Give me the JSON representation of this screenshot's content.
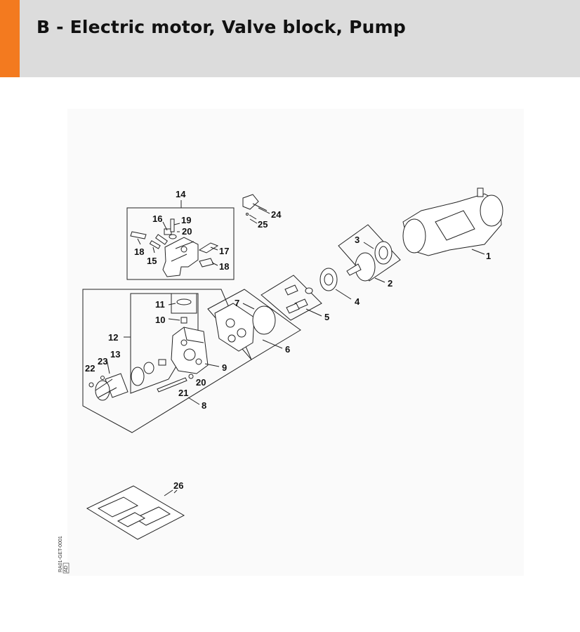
{
  "header": {
    "title": "B - Electric motor, Valve block, Pump",
    "accent_color": "#f37a1f",
    "background_color": "#dcdcdc"
  },
  "diagram": {
    "callouts": [
      {
        "id": "c1",
        "label": "1"
      },
      {
        "id": "c2",
        "label": "2"
      },
      {
        "id": "c3",
        "label": "3"
      },
      {
        "id": "c4",
        "label": "4"
      },
      {
        "id": "c5",
        "label": "5"
      },
      {
        "id": "c6",
        "label": "6"
      },
      {
        "id": "c7",
        "label": "7"
      },
      {
        "id": "c8",
        "label": "8"
      },
      {
        "id": "c9",
        "label": "9"
      },
      {
        "id": "c10",
        "label": "10"
      },
      {
        "id": "c11",
        "label": "11"
      },
      {
        "id": "c12",
        "label": "12"
      },
      {
        "id": "c13",
        "label": "13"
      },
      {
        "id": "c14",
        "label": "14"
      },
      {
        "id": "c15",
        "label": "15"
      },
      {
        "id": "c16",
        "label": "16"
      },
      {
        "id": "c17",
        "label": "17"
      },
      {
        "id": "c18a",
        "label": "18"
      },
      {
        "id": "c18b",
        "label": "18"
      },
      {
        "id": "c19",
        "label": "19"
      },
      {
        "id": "c20a",
        "label": "20"
      },
      {
        "id": "c20b",
        "label": "20"
      },
      {
        "id": "c21",
        "label": "21"
      },
      {
        "id": "c22",
        "label": "22"
      },
      {
        "id": "c23",
        "label": "23"
      },
      {
        "id": "c24",
        "label": "24"
      },
      {
        "id": "c25",
        "label": "25"
      },
      {
        "id": "c26",
        "label": "26"
      }
    ],
    "reference_code": "RA01-GET-0001",
    "reference_badge": "AD"
  }
}
